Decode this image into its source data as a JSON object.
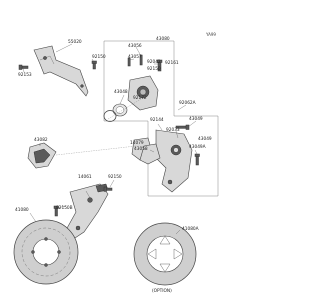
{
  "diagram": {
    "code": "YA99",
    "labels": {
      "l_55020": "55020",
      "l_92153": "92153",
      "l_43080": "43080",
      "l_43056": "43056",
      "l_43057": "43057",
      "l_92150a": "92150",
      "l_92161": "92161",
      "l_92150b": "92150",
      "l_43082": "43082",
      "l_43048": "43048",
      "l_92172": "92172",
      "l_43049": "43049",
      "l_43058": "43058",
      "l_92042": "92042",
      "l_92062a": "92062A",
      "l_92144": "92144",
      "l_43049a": "43049A",
      "l_92033": "92033",
      "l_43049b": "43049",
      "l_14079": "14079",
      "l_14061": "14061",
      "l_92150c": "92150",
      "l_41080": "41080",
      "l_92150d": "92150B",
      "l_41080a": "41080A",
      "l_option": "(OPTION)"
    }
  }
}
